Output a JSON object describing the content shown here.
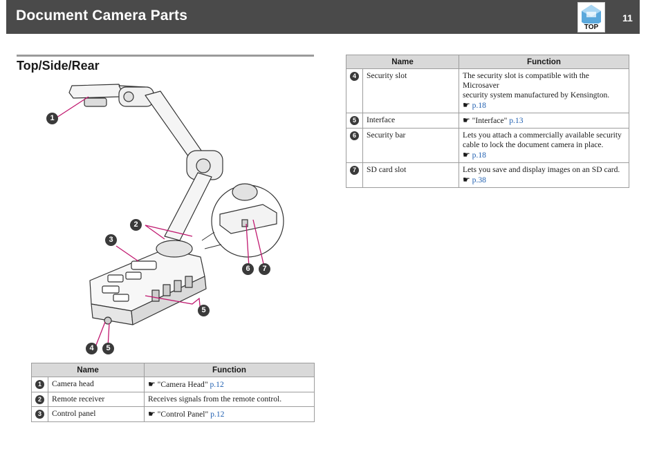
{
  "header": {
    "title": "Document Camera Parts",
    "page_number": "11",
    "top_button_label": "TOP"
  },
  "section": {
    "title": "Top/Side/Rear"
  },
  "illustration": {
    "callouts": [
      "1",
      "2",
      "3",
      "6",
      "7",
      "5",
      "4",
      "5"
    ]
  },
  "left_table": {
    "headers": {
      "name": "Name",
      "function": "Function"
    },
    "rows": [
      {
        "num": "1",
        "name": "Camera head",
        "pre": "\"Camera Head\" ",
        "link": "p.12"
      },
      {
        "num": "2",
        "name": "Remote receiver",
        "text": "Receives signals from the remote control."
      },
      {
        "num": "3",
        "name": "Control panel",
        "pre": "\"Control Panel\" ",
        "link": "p.12"
      }
    ]
  },
  "right_table": {
    "headers": {
      "name": "Name",
      "function": "Function"
    },
    "rows": [
      {
        "num": "4",
        "name": "Security slot",
        "line1": "The security slot is compatible with the Microsaver",
        "line2": "security system manufactured by Kensington.",
        "link": "p.18"
      },
      {
        "num": "5",
        "name": "Interface",
        "pre": "\"Interface\" ",
        "link": "p.13"
      },
      {
        "num": "6",
        "name": "Security bar",
        "line1": "Lets you attach a commercially available security",
        "line2": "cable to lock the document camera in place.",
        "link": "p.18"
      },
      {
        "num": "7",
        "name": "SD card slot",
        "line1": "Lets you save and display images on an SD card.",
        "link": "p.38"
      }
    ]
  },
  "colors": {
    "header_bg": "#4a4a4a",
    "table_header_bg": "#d9d9d9",
    "link": "#1f5fb0",
    "callout_line": "#c0186f"
  },
  "icons": {
    "reference": "pointing-hand-icon",
    "top": "projector-top-icon"
  }
}
